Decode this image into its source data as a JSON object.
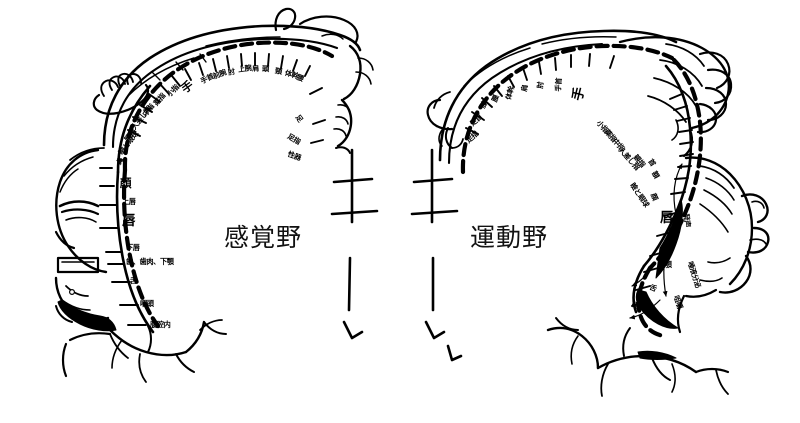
{
  "figure": {
    "type": "anatomical-diagram",
    "subject": "cortical-homunculus",
    "background_color": "#ffffff",
    "ink_color": "#000000"
  },
  "panels": {
    "left": {
      "title": "感覚野",
      "labels": [
        {
          "text": "足指"
        },
        {
          "text": "性器"
        },
        {
          "text": "足"
        },
        {
          "text": "腰"
        },
        {
          "text": "体幹"
        },
        {
          "text": "頸"
        },
        {
          "text": "頭"
        },
        {
          "text": "肩"
        },
        {
          "text": "上腕"
        },
        {
          "text": "肘"
        },
        {
          "text": "前腕"
        },
        {
          "text": "手首"
        },
        {
          "text": "手"
        },
        {
          "text": "小指"
        },
        {
          "text": "薬指"
        },
        {
          "text": "中指"
        },
        {
          "text": "人差し指"
        },
        {
          "text": "親指"
        },
        {
          "text": "瞼と眼球"
        },
        {
          "text": "鼻"
        },
        {
          "text": "顔"
        },
        {
          "text": "上唇"
        },
        {
          "text": "唇"
        },
        {
          "text": "下唇"
        },
        {
          "text": "歯、歯肉、下顎"
        },
        {
          "text": "舌"
        },
        {
          "text": "咽頭"
        },
        {
          "text": "腹腔内"
        }
      ]
    },
    "right": {
      "title": "運動野",
      "labels": [
        {
          "text": "足指"
        },
        {
          "text": "足首"
        },
        {
          "text": "膝"
        },
        {
          "text": "腰"
        },
        {
          "text": "体幹"
        },
        {
          "text": "肩"
        },
        {
          "text": "肘"
        },
        {
          "text": "手首"
        },
        {
          "text": "手"
        },
        {
          "text": "小指"
        },
        {
          "text": "薬指"
        },
        {
          "text": "中指"
        },
        {
          "text": "人差し指"
        },
        {
          "text": "親指"
        },
        {
          "text": "首"
        },
        {
          "text": "額"
        },
        {
          "text": "瞼と眼球"
        },
        {
          "text": "顔"
        },
        {
          "text": "唇"
        },
        {
          "text": "発声"
        },
        {
          "text": "下顎"
        },
        {
          "text": "唾液分泌"
        },
        {
          "text": "舌"
        },
        {
          "text": "咀嚼"
        },
        {
          "text": "嚥下"
        }
      ]
    }
  }
}
